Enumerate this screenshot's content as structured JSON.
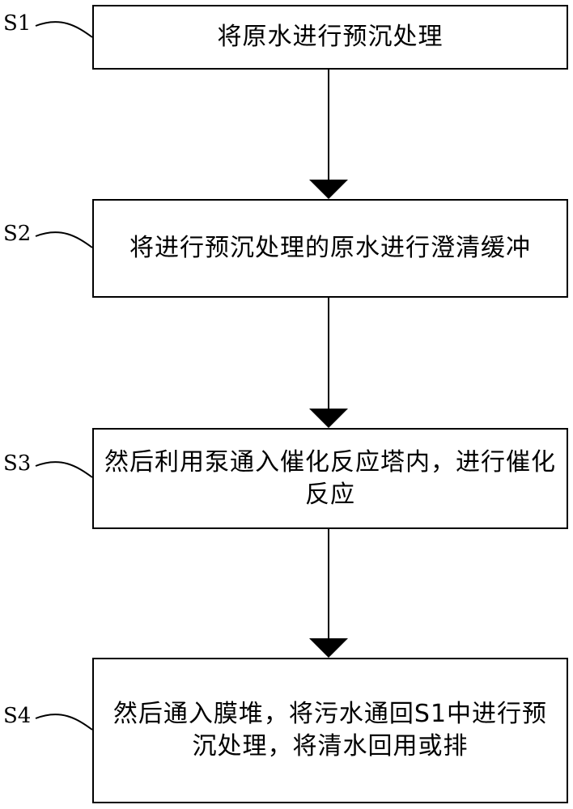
{
  "steps": [
    {
      "label": "S1",
      "text": "将原水进行预沉处理"
    },
    {
      "label": "S2",
      "text": "将进行预沉处理的原水进行澄清缓冲"
    },
    {
      "label": "S3",
      "text": "然后利用泵通入催化反应塔内，进行催化反应"
    },
    {
      "label": "S4",
      "text": "然后通入膜堆，将污水通回S1中进行预沉处理，将清水回用或排"
    }
  ]
}
